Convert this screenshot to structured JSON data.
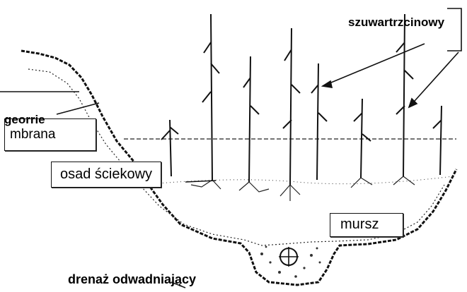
{
  "labels": {
    "reeds": "szuwartrzcinowy",
    "geo_top": "georrie",
    "geo_bottom": "mbrana",
    "sludge": "osad ściekowy",
    "peat": "mursz",
    "drain": "drenaż odwadniający"
  },
  "colors": {
    "ink": "#111111",
    "paper": "#ffffff"
  }
}
